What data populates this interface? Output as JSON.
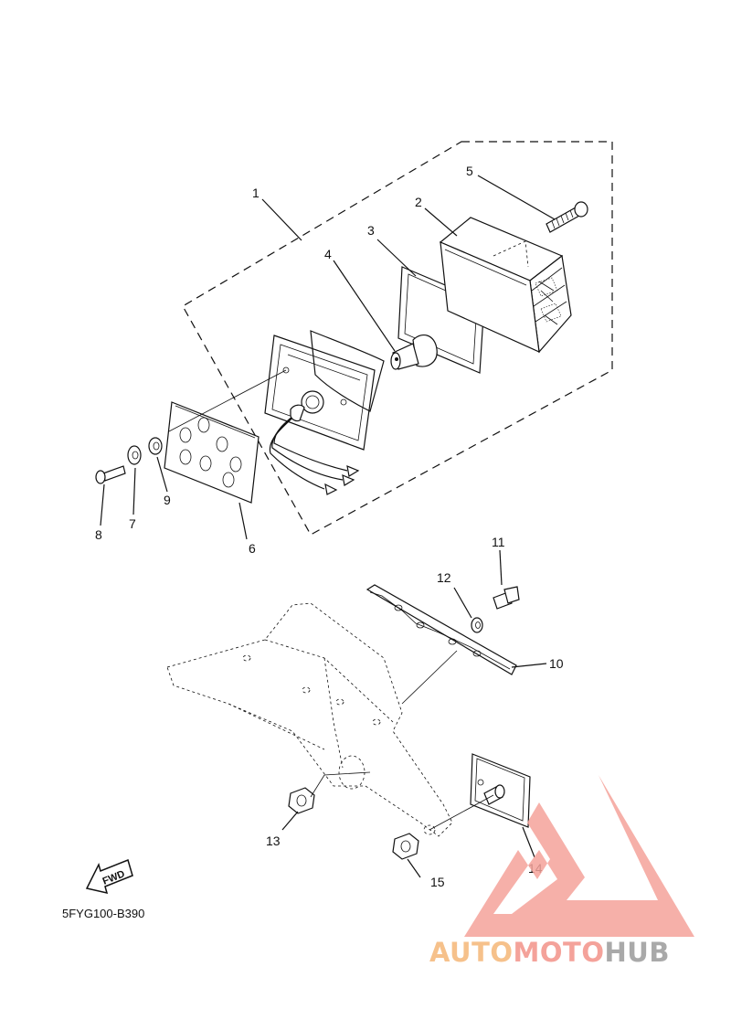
{
  "diagram": {
    "callouts": [
      {
        "id": "1",
        "label": "1"
      },
      {
        "id": "2",
        "label": "2"
      },
      {
        "id": "3",
        "label": "3"
      },
      {
        "id": "4",
        "label": "4"
      },
      {
        "id": "5",
        "label": "5"
      },
      {
        "id": "6",
        "label": "6"
      },
      {
        "id": "7",
        "label": "7"
      },
      {
        "id": "8",
        "label": "8"
      },
      {
        "id": "9",
        "label": "9"
      },
      {
        "id": "10",
        "label": "10"
      },
      {
        "id": "11",
        "label": "11"
      },
      {
        "id": "12",
        "label": "12"
      },
      {
        "id": "13",
        "label": "13"
      },
      {
        "id": "14",
        "label": "14"
      },
      {
        "id": "15",
        "label": "15"
      }
    ],
    "fwd_label": "FWD",
    "diagram_code": "5FYG100-B390"
  },
  "watermark": {
    "part1": "AUTO",
    "part2": "MOTO",
    "part3": "HUB",
    "colors": {
      "auto": "#f6c18b",
      "moto": "#f4a29a",
      "hub": "#a9a9a9",
      "logo": "#f4a29a"
    }
  }
}
